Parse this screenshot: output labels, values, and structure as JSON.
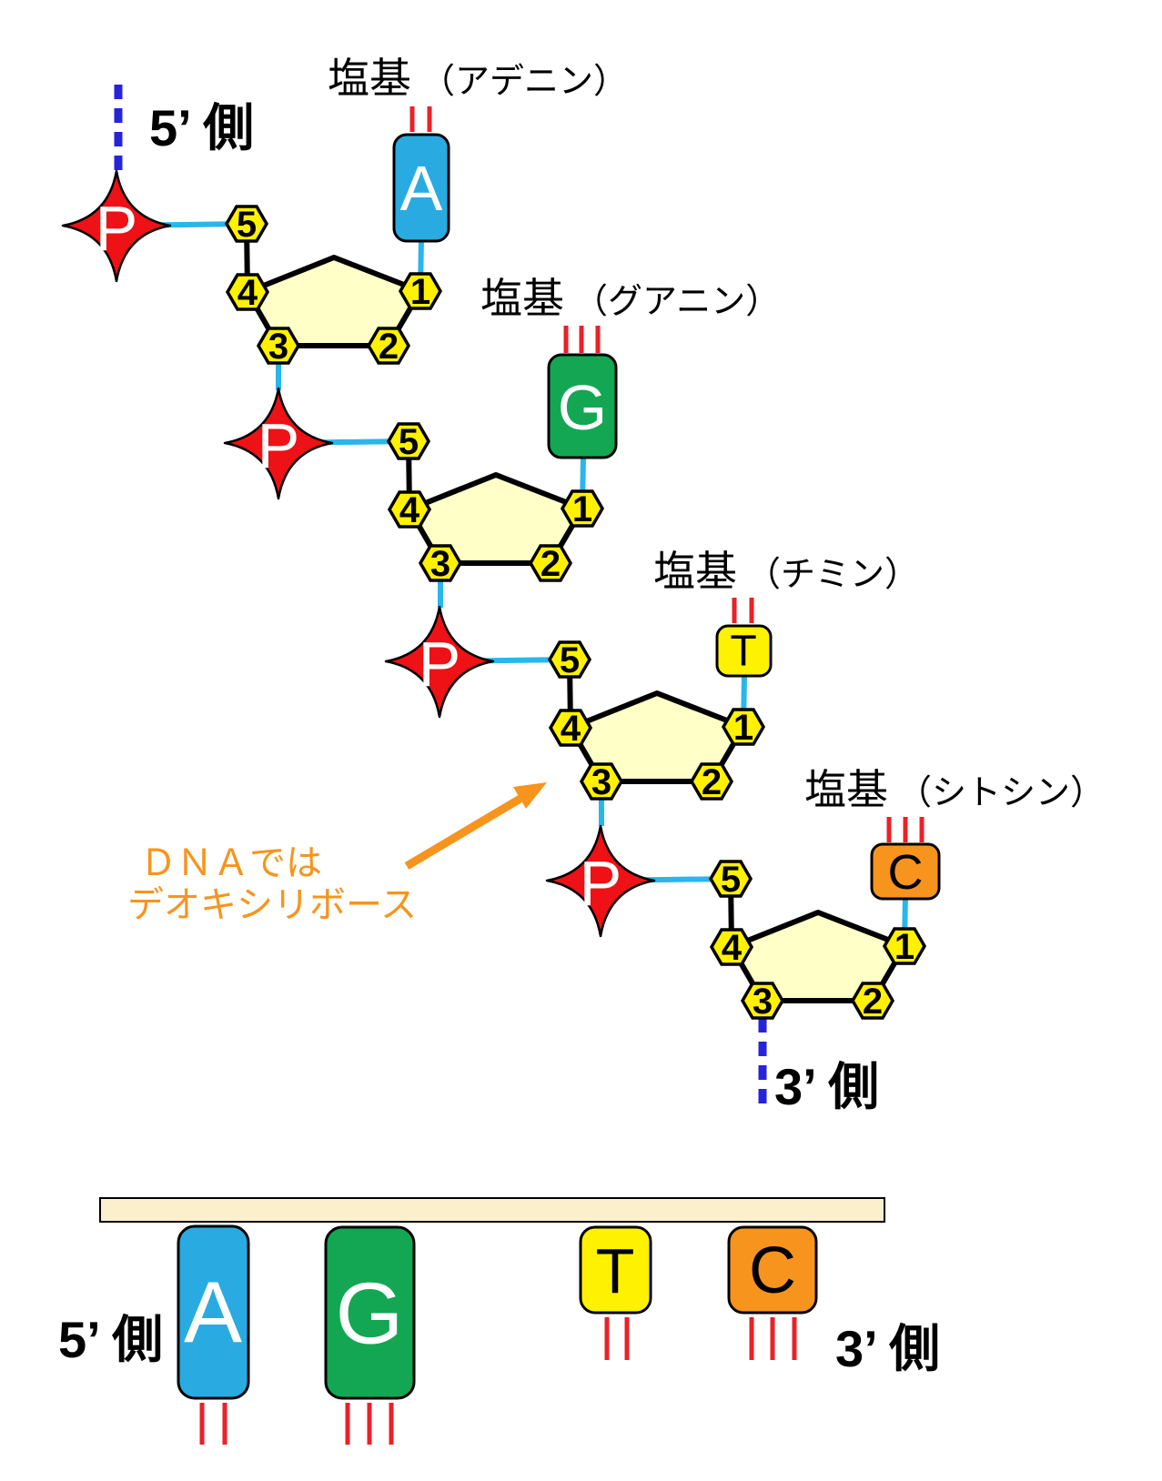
{
  "top_diagram": {
    "five_prime_label": "5’ 側",
    "three_prime_label": "3’ 側",
    "phosphate_letter": "P",
    "sugar_positions": {
      "p1": "1",
      "p2": "2",
      "p3": "3",
      "p4": "4",
      "p5": "5"
    },
    "nucleotides": [
      {
        "base_letter": "A",
        "label_main": "塩基",
        "label_paren": "（アデニン）",
        "hydrogen_bond_ticks": 2
      },
      {
        "base_letter": "G",
        "label_main": "塩基",
        "label_paren": "（グアニン）",
        "hydrogen_bond_ticks": 3
      },
      {
        "base_letter": "T",
        "label_main": "塩基",
        "label_paren": "（チミン）",
        "hydrogen_bond_ticks": 2
      },
      {
        "base_letter": "C",
        "label_main": "塩基",
        "label_paren": "（シトシン）",
        "hydrogen_bond_ticks": 3
      }
    ],
    "annotation": {
      "line1": "ＤＮＡでは",
      "line2": "デオキシリボース"
    }
  },
  "bottom_diagram": {
    "five_prime_label": "5’ 側",
    "three_prime_label": "3’ 側",
    "bases": [
      {
        "letter": "A",
        "hydrogen_bond_ticks": 2
      },
      {
        "letter": "G",
        "hydrogen_bond_ticks": 3
      },
      {
        "letter": "T",
        "hydrogen_bond_ticks": 2
      },
      {
        "letter": "C",
        "hydrogen_bond_ticks": 3
      }
    ]
  },
  "colors": {
    "phosphate_red": "#EE1115",
    "sugar_pentagon_fill": "#FFFFC8",
    "carbon_hexagon_yellow": "#FFF100",
    "adenine_blue": "#29ABE2",
    "guanine_green": "#13A753",
    "thymine_yellow": "#FFF200",
    "cytosine_orange": "#F7941D",
    "backbone_bond_cyan": "#29B6EA",
    "hydrogen_bond_red": "#EC2027",
    "strand_continuation_blue": "#2623DC",
    "annotation_orange": "#F7941D",
    "strand_bar_cream": "#FBEFCC"
  }
}
